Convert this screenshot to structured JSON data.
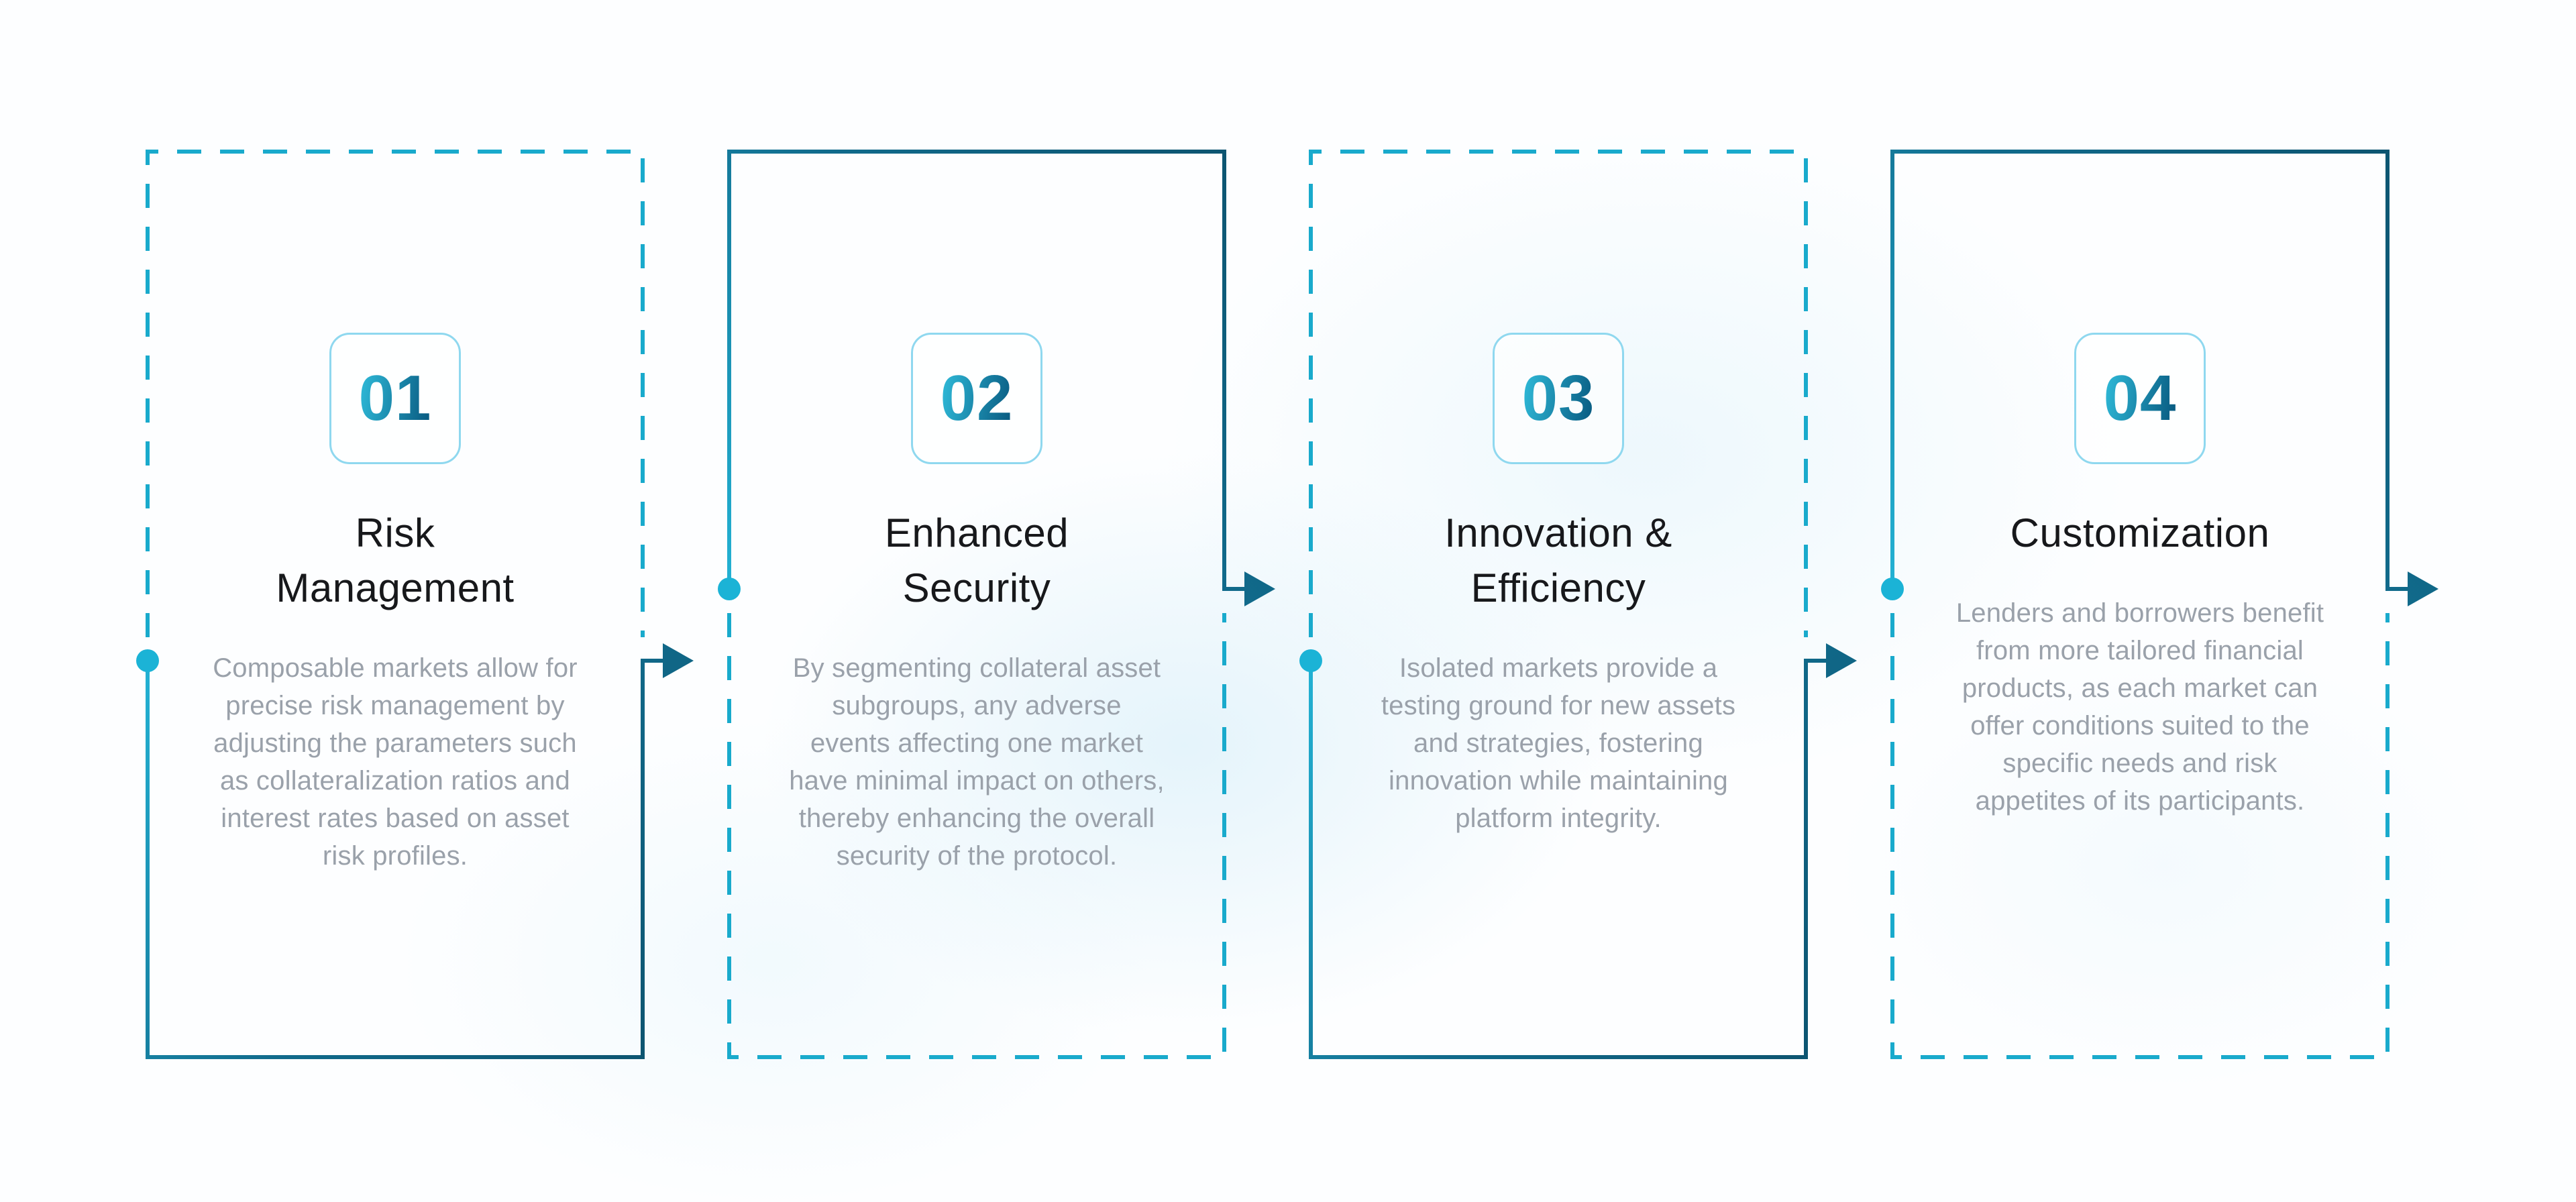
{
  "page": {
    "background": "#fdfeff",
    "type_label": "process-steps-infographic"
  },
  "colors": {
    "dashed_border": "#19aacc",
    "flow_gradient_start": "#23b2d4",
    "flow_gradient_mid": "#116b8c",
    "flow_gradient_end": "#0d5571",
    "flow_dot": "#1bb3d6",
    "badge_border": "#8fd8ef",
    "number_gradient_start": "#2db5d4",
    "number_gradient_end": "#0a5e84",
    "title_text": "#17181b",
    "description_text": "#9aa1aa"
  },
  "cards": [
    {
      "number": "01",
      "title": "Risk\nManagement",
      "description": "Composable markets allow for\nprecise risk management by\nadjusting the parameters such\nas collateralization ratios and\ninterest rates based on asset\nrisk profiles."
    },
    {
      "number": "02",
      "title": "Enhanced\nSecurity",
      "description": "By segmenting collateral asset\nsubgroups, any adverse\nevents affecting one market\nhave minimal impact on others,\nthereby enhancing the overall\nsecurity of the protocol."
    },
    {
      "number": "03",
      "title": "Innovation &\nEfficiency",
      "description": "Isolated markets provide a\ntesting ground for new assets\nand strategies, fostering\ninnovation while maintaining\nplatform integrity."
    },
    {
      "number": "04",
      "title": "Customization",
      "description": "Lenders and borrowers benefit\nfrom more tailored financial\nproducts, as each market can\noffer conditions suited to the\nspecific needs and risk\nappetites of its participants."
    }
  ]
}
